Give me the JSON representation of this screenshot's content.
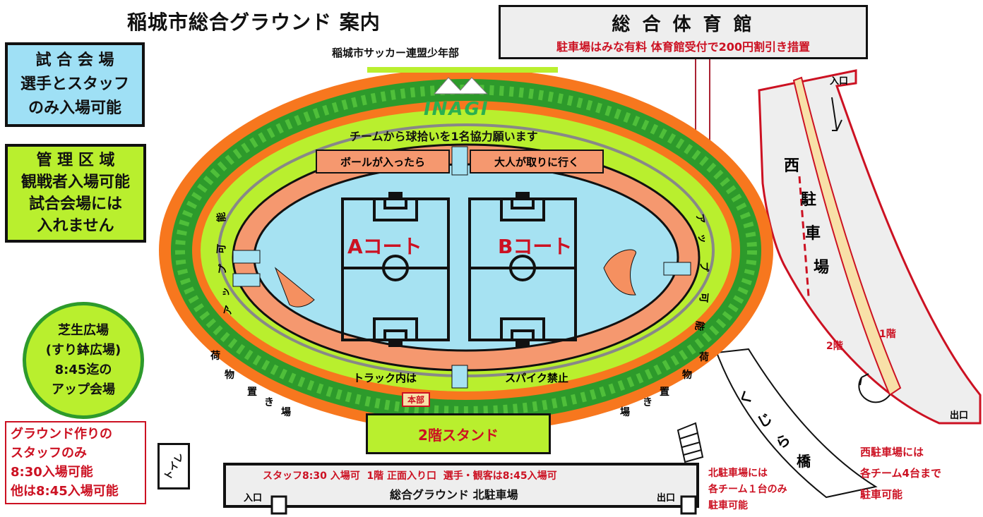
{
  "title": "稲城市総合グラウンド 案内",
  "organizer": "稲城市サッカー連盟少年部",
  "gym": {
    "name": "総 合 体 育 館",
    "note": "駐車場はみな有料 体育館受付で200円割引き措置"
  },
  "legend": {
    "match_venue": [
      "試 合 会 場",
      "選手とスタッフ",
      "のみ入場可能"
    ],
    "managed_area": [
      "管 理 区 域",
      "観戦者入場可能",
      "試合会場には",
      "入れません"
    ],
    "lawn_plaza": [
      "芝生広場",
      "(すり鉢広場)",
      "8:45迄の",
      "アップ会場"
    ],
    "staff_notice": [
      "グラウンド作りの",
      "スタッフのみ",
      "8:30入場可能",
      "他は8:45入場可能"
    ]
  },
  "stadium": {
    "logo_text": "INAGI",
    "request_banner": "チームから球拾いを1名協力願います",
    "ball_left": "ボールが入ったら",
    "ball_right": "大人が取りに行く",
    "court_a": "Aコート",
    "court_b": "Bコート",
    "track_left": "トラック内は",
    "track_right": "スパイク禁止",
    "warmup_left": [
      "ア",
      "ッ",
      "プ",
      "可",
      "能"
    ],
    "warmup_right": [
      "ア",
      "ッ",
      "プ",
      "可",
      "能"
    ],
    "luggage_left": [
      "荷",
      "物",
      "置",
      "き",
      "場"
    ],
    "luggage_right": [
      "荷",
      "物",
      "置",
      "き",
      "場"
    ],
    "hq": "本部",
    "stand": "2階スタンド"
  },
  "toilet": "トイレ",
  "north_parking": {
    "notice": "スタッフ8:30 入場可  1階 正面入り口  選手・観客は8:45入場可",
    "name": "総合グラウンド 北駐車場",
    "entrance": "入口",
    "exit": "出口",
    "limit": [
      "北駐車場には",
      "各チーム１台のみ",
      "駐車可能"
    ]
  },
  "west_parking": {
    "name": [
      "西",
      "駐",
      "車",
      "場"
    ],
    "entrance": "入口",
    "exit": "出口",
    "floor1": "1階",
    "floor2": "2階",
    "limit": [
      "西駐車場には",
      "各チーム4台まで",
      "駐車可能"
    ]
  },
  "bridge": [
    "く",
    "じ",
    "ら",
    "橋"
  ],
  "colors": {
    "light_blue": "#9fe0f5",
    "lime": "#b9ef2e",
    "green": "#2d9a2b",
    "orange": "#f7771e",
    "salmon": "#f5986f",
    "red": "#cc1122"
  }
}
